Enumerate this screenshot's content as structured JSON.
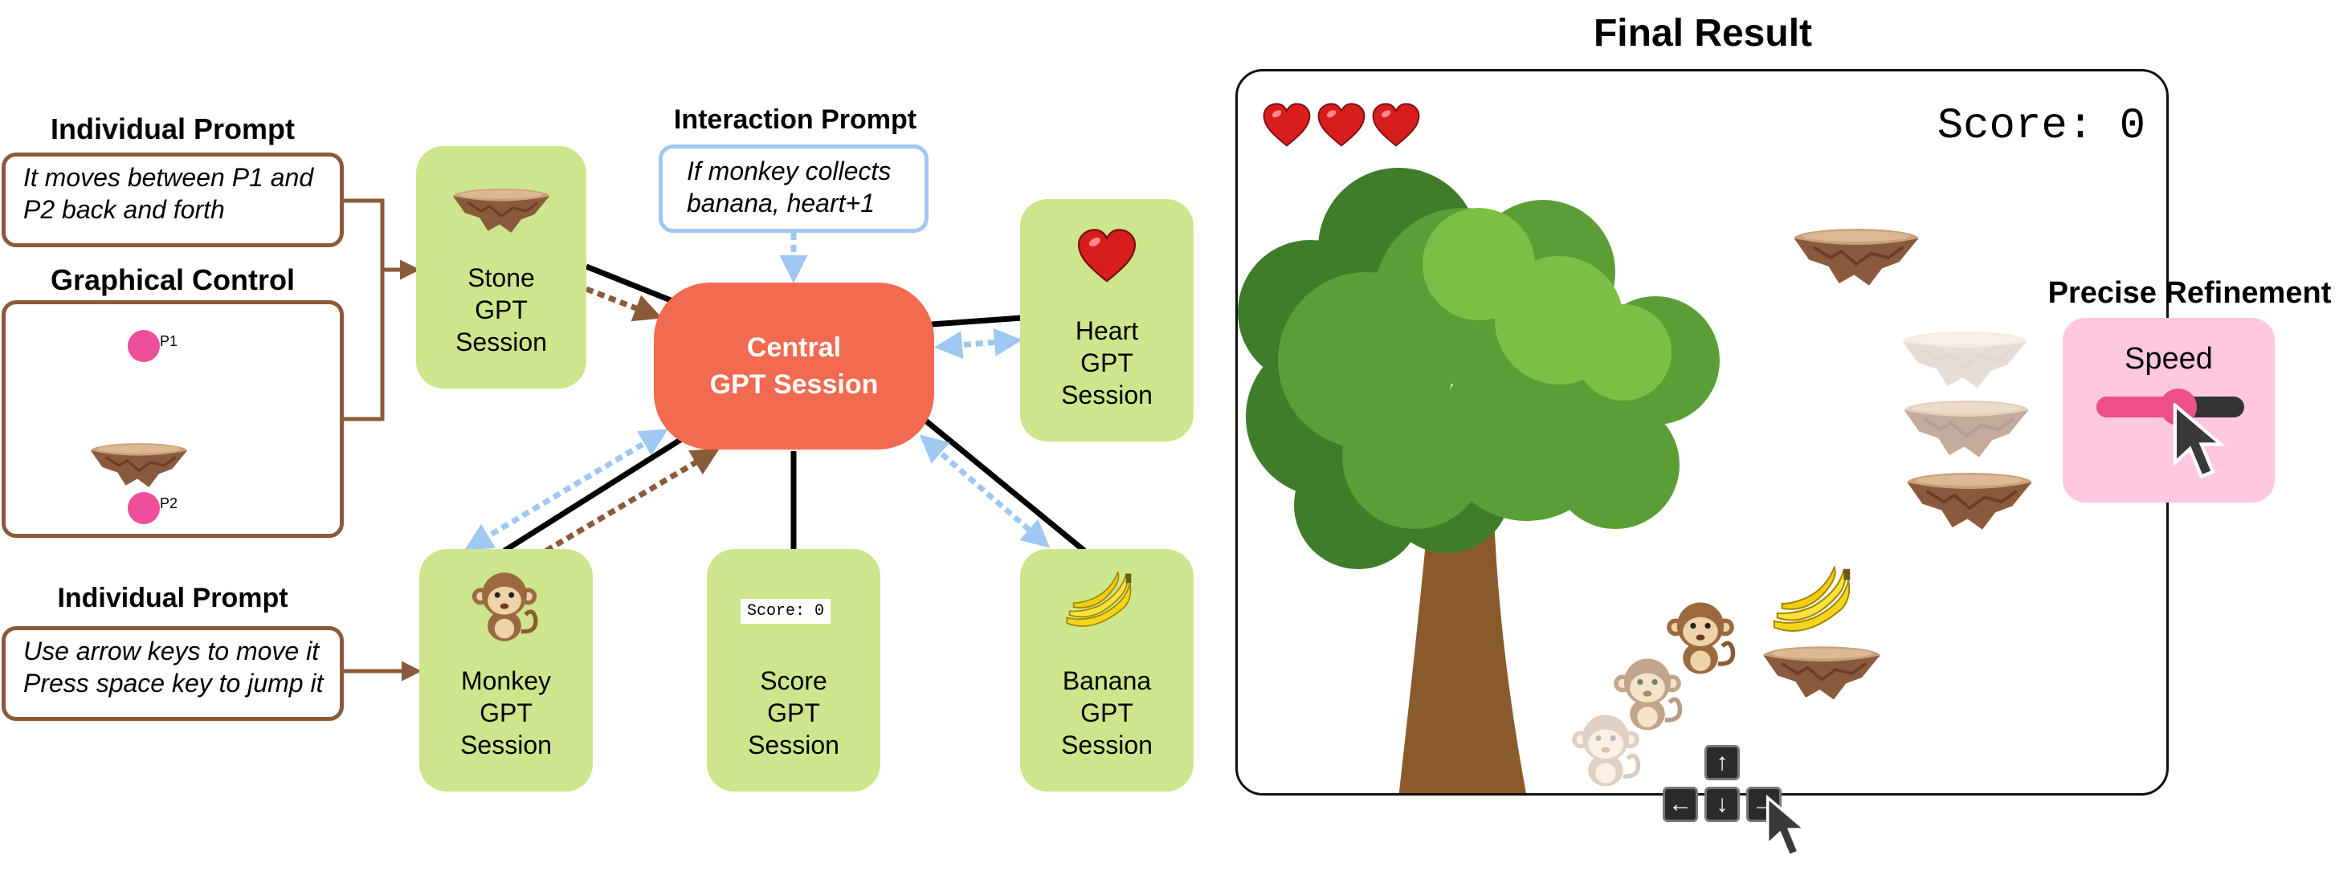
{
  "left": {
    "individual_prompt_1": {
      "title": "Individual Prompt",
      "text": "It moves between P1 and P2 back and forth"
    },
    "graphical_control": {
      "title": "Graphical Control",
      "p1": "P1",
      "p2": "P2"
    },
    "individual_prompt_2": {
      "title": "Individual Prompt",
      "text": "Use arrow keys to move it Press space key to jump it"
    }
  },
  "interaction_prompt": {
    "title": "Interaction Prompt",
    "text": "If monkey collects banana, heart+1"
  },
  "central": {
    "label": "Central\nGPT Session"
  },
  "nodes": {
    "stone": {
      "label": "Stone\nGPT\nSession"
    },
    "heart": {
      "label": "Heart\nGPT\nSession"
    },
    "monkey": {
      "label": "Monkey\nGPT\nSession"
    },
    "score": {
      "label": "Score\nGPT\nSession",
      "preview": "Score: 0"
    },
    "banana": {
      "label": "Banana\nGPT\nSession"
    }
  },
  "final_result": {
    "title": "Final Result",
    "score": "Score: 0",
    "hearts": 3
  },
  "refinement": {
    "title": "Precise Refinement",
    "label": "Speed",
    "value": 0.5
  },
  "icons": [
    "stone-platform-icon",
    "heart-icon",
    "monkey-icon",
    "banana-icon",
    "arrow-key-icon",
    "cursor-icon",
    "tree-icon"
  ],
  "colors": {
    "node": "#cde68c",
    "central": "#f26a4f",
    "prompt_border": "#8a5a3a",
    "interaction_border": "#9ec7f2",
    "refine_bg": "#ffc8e0",
    "slider": "#f0508a"
  }
}
